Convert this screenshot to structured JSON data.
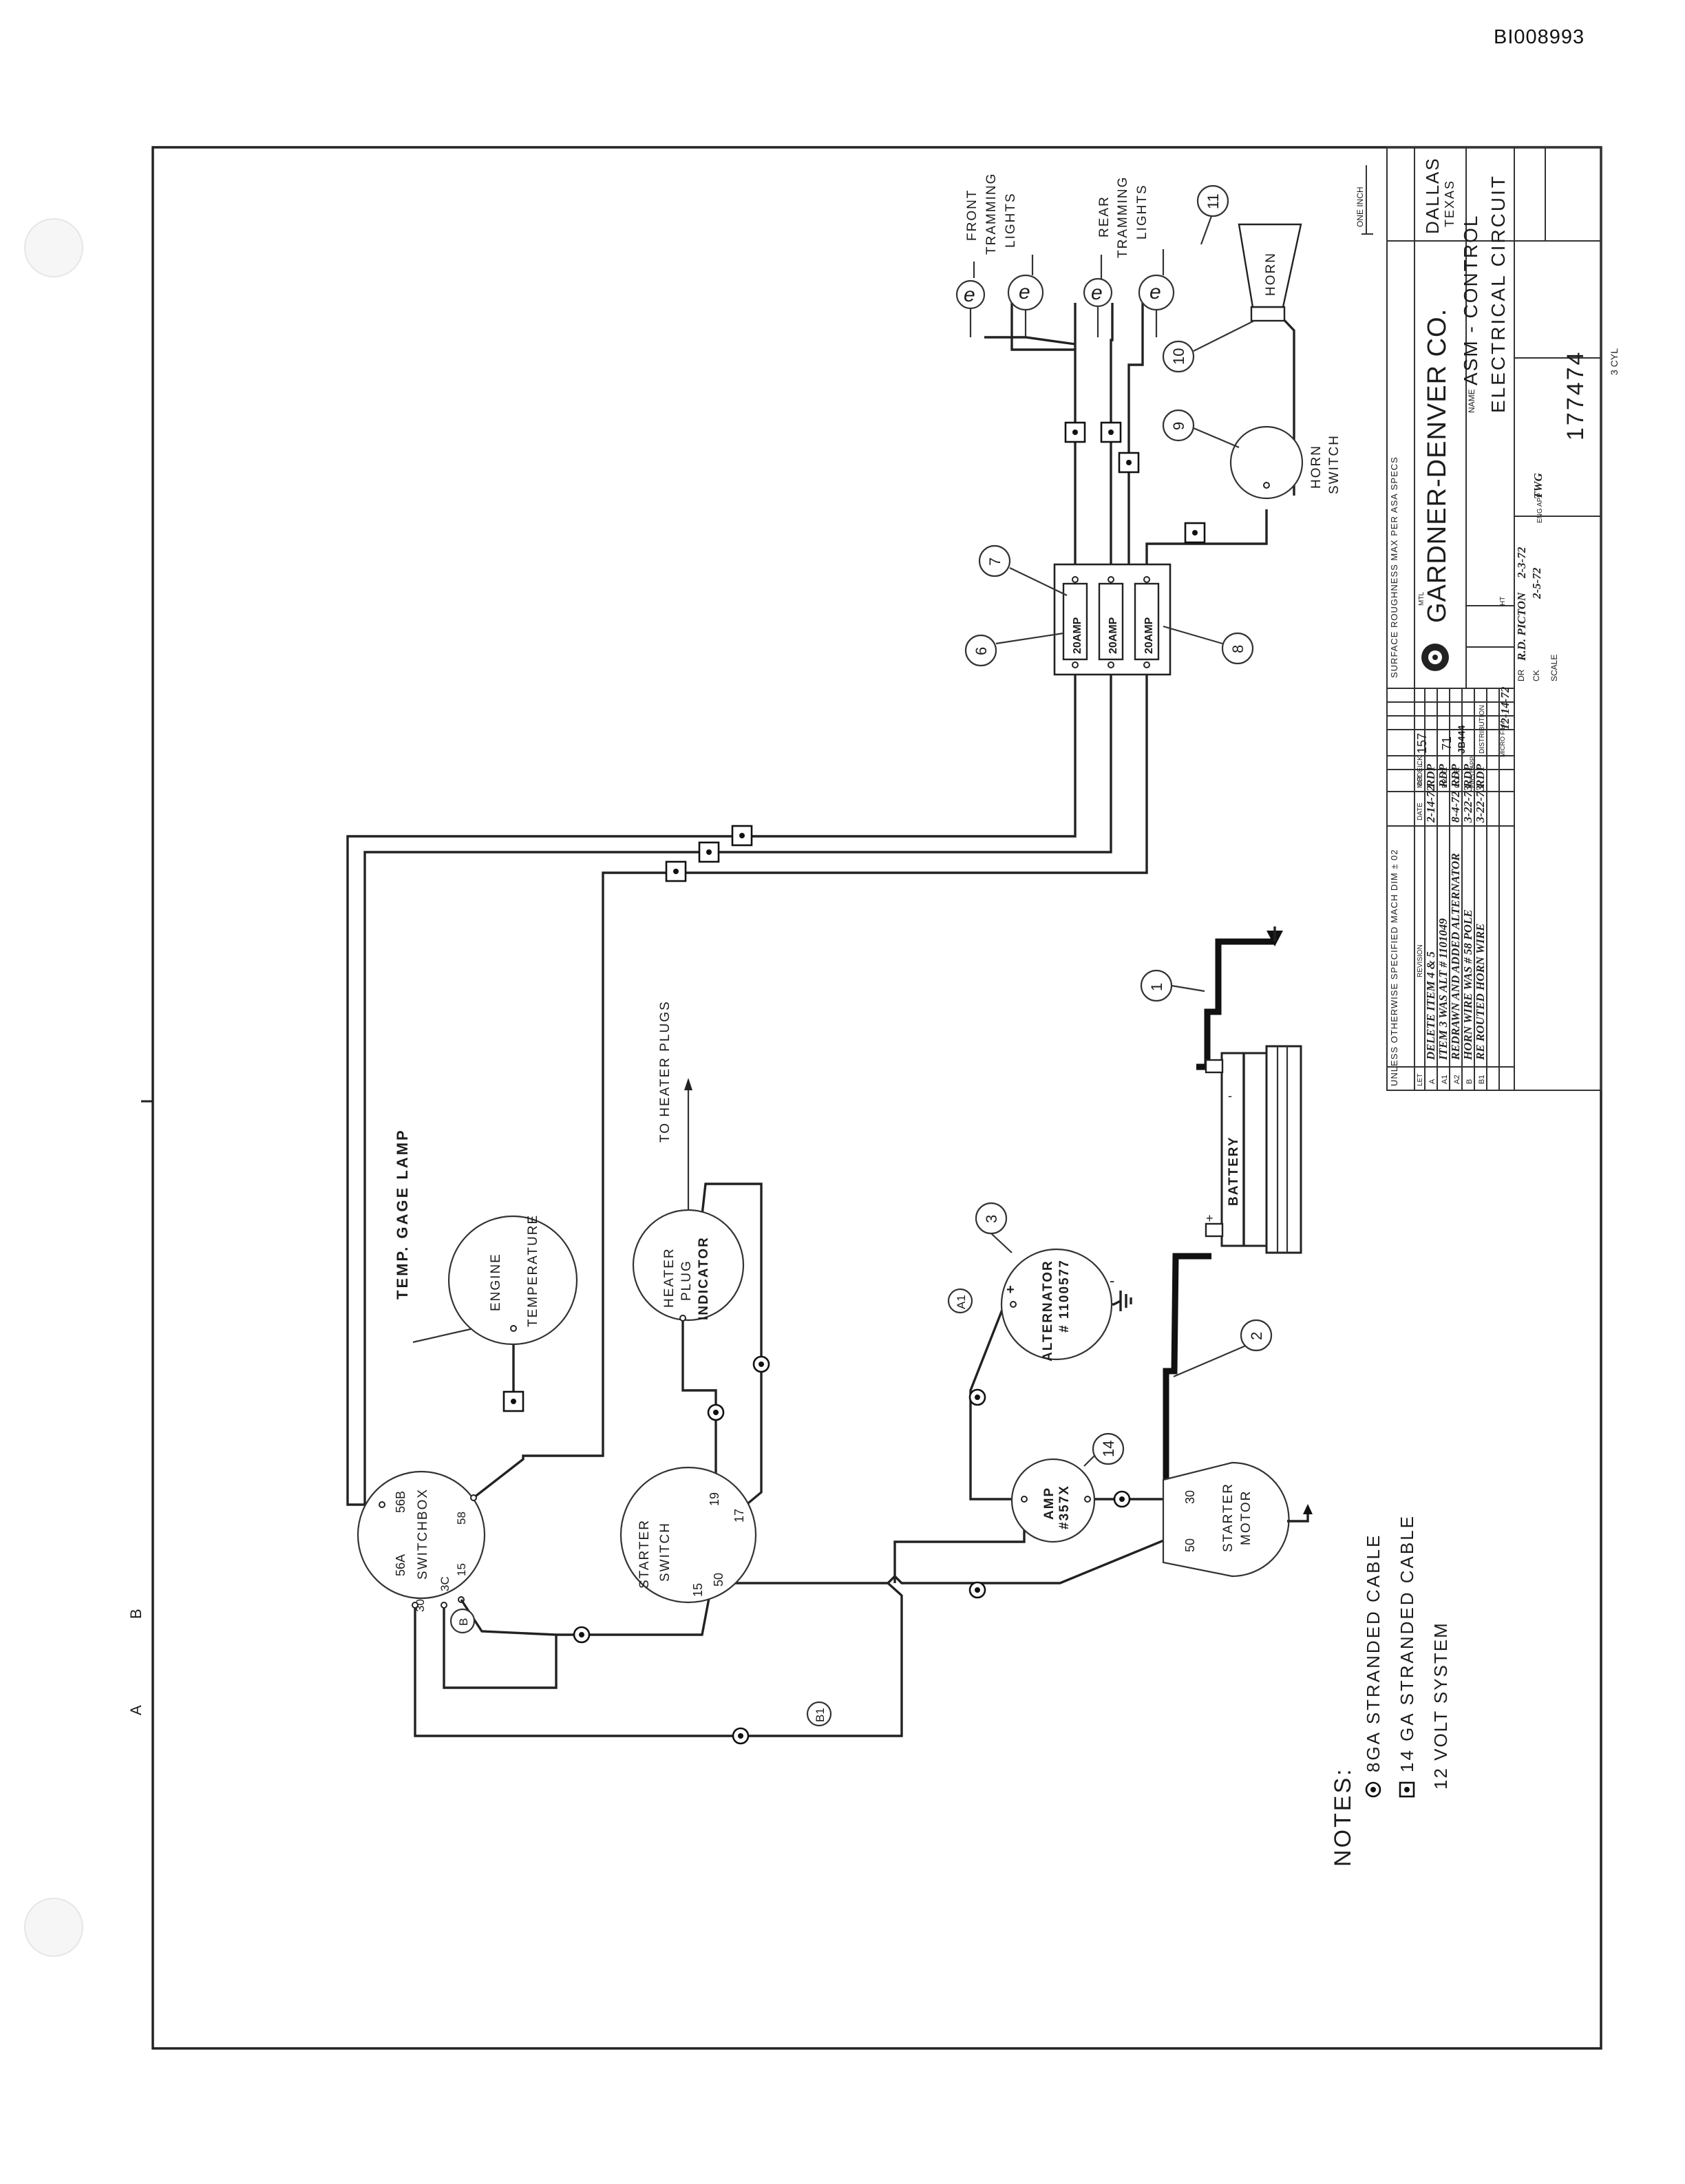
{
  "doc_id": "BI008993",
  "notes": {
    "heading": "NOTES:",
    "items": [
      "8GA STRANDED CABLE",
      "14 GA STRANDED CABLE",
      "12 VOLT SYSTEM"
    ]
  },
  "components": {
    "temp_gage_lamp": "TEMP. GAGE LAMP",
    "engine": "ENGINE",
    "temperature": "TEMPERATURE",
    "to_heater_plugs": "TO HEATER PLUGS",
    "heater": "HEATER",
    "plug": "PLUG",
    "indicator": "INDICATOR",
    "switchbox": "SWITCHBOX",
    "switchbox_terminals": [
      "56A",
      "56B",
      "30",
      "3C",
      "58",
      "15"
    ],
    "starter_switch_1": "STARTER",
    "starter_switch_2": "SWITCH",
    "starter_switch_terminals": [
      "19",
      "17",
      "15",
      "50"
    ],
    "amp": "AMP",
    "amp_part": "#357X",
    "alternator": "ALTERNATOR",
    "alternator_part": "# 1100577",
    "starter": "STARTER",
    "motor": "MOTOR",
    "starter_terminals": [
      "50",
      "30"
    ],
    "battery": "BATTERY",
    "front_lights_1": "FRONT",
    "front_lights_2": "TRAMMING",
    "front_lights_3": "LIGHTS",
    "rear_lights_1": "REAR",
    "rear_lights_2": "TRAMMING",
    "rear_lights_3": "LIGHTS",
    "horn": "HORN",
    "horn_switch_1": "HORN",
    "horn_switch_2": "SWITCH",
    "fuses": [
      "20AMP",
      "20AMP",
      "20AMP"
    ]
  },
  "callouts": [
    "1",
    "2",
    "3",
    "6",
    "7",
    "8",
    "9",
    "10",
    "11",
    "14"
  ],
  "rev_markers": [
    "A1",
    "B",
    "B1"
  ],
  "margin_marks": [
    "B",
    "A"
  ],
  "title_block": {
    "company": "GARDNER-DENVER CO.",
    "city": "DALLAS",
    "state": "TEXAS",
    "name_label": "NAME",
    "name_line1": "ASM - CONTROL",
    "name_line2": "ELECTRICAL CIRCUIT",
    "dwg_number": "177474",
    "model_label": "MODEL",
    "model": "157",
    "prod_label": "PROD",
    "prod": "71",
    "code_label": "CODE",
    "code": "JB444",
    "first_app_label": "FIRST APPL",
    "distribution_label": "DISTRIBUTION",
    "mtl_label": "MTL",
    "ht_label": "HT",
    "scale_label": "SCALE",
    "dr_label": "DR",
    "dr_value": "R.D. PICTON",
    "dr_date": "2-3-72",
    "ck_label": "CK",
    "ck_date": "2-5-72",
    "eng_label": "ENG APP",
    "eng_value": "TWG",
    "surface_note": "SURFACE ROUGHNESS MAX PER ASA SPECS",
    "tolerance_note": "UNLESS OTHERWISE SPECIFIED  MACH DIM ± 02",
    "one_inch": "ONE INCH",
    "cyl_note": "3 CYL",
    "rev_headers": [
      "LET",
      "REVISION",
      "DATE",
      "DR",
      "CK"
    ],
    "revisions": [
      {
        "let": "A",
        "text": "DELETE ITEM 4 & 5",
        "date": "2-14-72",
        "dr": "RDP"
      },
      {
        "let": "A1",
        "text": "ITEM 3 WAS ALT # 1101049",
        "date": "",
        "dr": "RDP"
      },
      {
        "let": "A2",
        "text": "REDRAWN AND ADDED ALTERNATOR",
        "date": "8-4-72",
        "dr": "RDP"
      },
      {
        "let": "B",
        "text": "HORN WIRE WAS # 58 POLE",
        "date": "3-22-73",
        "dr": "RDP"
      },
      {
        "let": "B1",
        "text": "RE ROUTED HORN WIRE",
        "date": "3-22-73",
        "dr": "RDP"
      }
    ],
    "microfilm_label": "MICRO FILM",
    "microfilm_date": "12-14-72"
  }
}
